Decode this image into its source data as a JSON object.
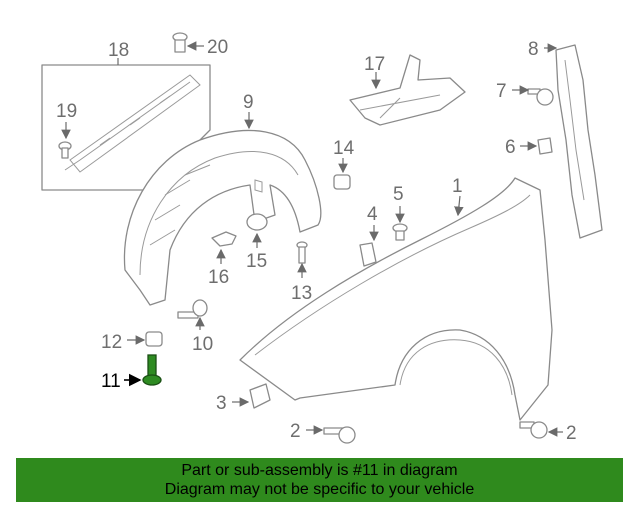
{
  "callouts": {
    "c1": "1",
    "c2a": "2",
    "c2b": "2",
    "c3": "3",
    "c4": "4",
    "c5": "5",
    "c6": "6",
    "c7": "7",
    "c8": "8",
    "c9": "9",
    "c10": "10",
    "c11": "11",
    "c12": "12",
    "c13": "13",
    "c14": "14",
    "c15": "15",
    "c16": "16",
    "c17": "17",
    "c18": "18",
    "c19": "19",
    "c20": "20"
  },
  "highlighted_part": "11",
  "colors": {
    "banner": "#2f8a1d",
    "highlight": "#2e8b22"
  },
  "banner": {
    "line1": "Part or sub-assembly is #11 in diagram",
    "line2": "Diagram may not be specific to your vehicle"
  }
}
